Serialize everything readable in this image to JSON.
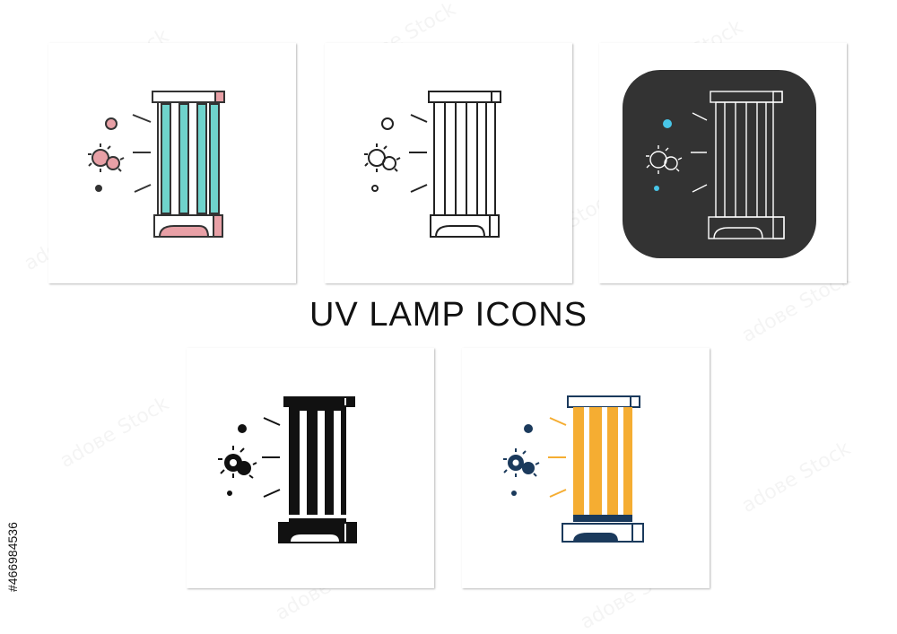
{
  "title": "UV LAMP ICONS",
  "image_id_text": "#466984536",
  "watermark_text": "аdове Stосk",
  "icons": [
    {
      "name": "uv-lamp-color-icon",
      "style": "colored outline",
      "tube": "#6fd3cc",
      "accent": "#e8a0a6",
      "stroke": "#333333"
    },
    {
      "name": "uv-lamp-outline-icon",
      "style": "outline",
      "stroke": "#222222"
    },
    {
      "name": "uv-lamp-chalk-icon",
      "style": "chalkboard",
      "background": "#333333",
      "stroke": "#ffffff",
      "accent": "#48c6e8"
    },
    {
      "name": "uv-lamp-glyph-icon",
      "style": "glyph",
      "stroke": "#111111"
    },
    {
      "name": "uv-lamp-flat-icon",
      "style": "flat",
      "tube": "#f5ad32",
      "accent": "#1b3a5c"
    }
  ]
}
